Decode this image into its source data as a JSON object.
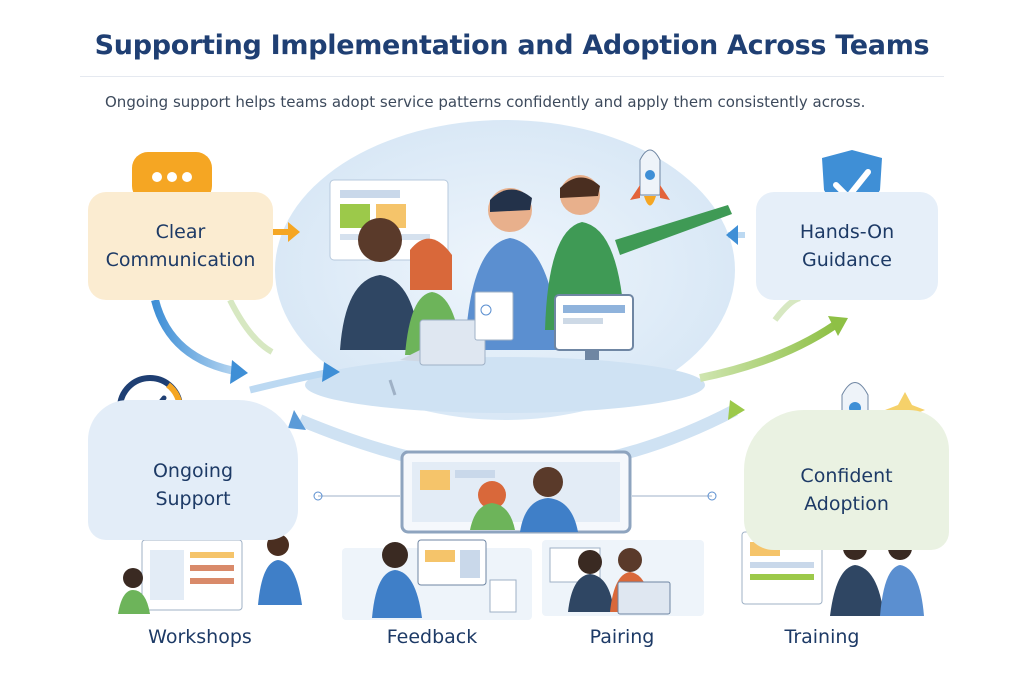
{
  "header": {
    "title": "Supporting Implementation and Adoption Across Teams",
    "subtitle": "Ongoing support helps teams adopt service patterns confidently and apply them consistently across."
  },
  "nodes": {
    "clear_communication": {
      "line1": "Clear",
      "line2": "Communication",
      "icon": "chat-bubble-icon"
    },
    "hands_on_guidance": {
      "line1": "Hands-On",
      "line2": "Guidance",
      "icon": "shield-check-icon"
    },
    "ongoing_support": {
      "line1": "Ongoing",
      "line2": "Support",
      "icon": "checklist-badge-icon"
    },
    "confident_adoption": {
      "line1": "Confident",
      "line2": "Adoption",
      "icon": "rocket-icon"
    }
  },
  "activities": [
    {
      "label": "Workshops"
    },
    {
      "label": "Feedback"
    },
    {
      "label": "Pairing"
    },
    {
      "label": "Training"
    }
  ],
  "colors": {
    "title": "#1f3f73",
    "accent_orange": "#f5a623",
    "accent_blue": "#3f8fd6",
    "accent_green": "#9cc94a"
  }
}
